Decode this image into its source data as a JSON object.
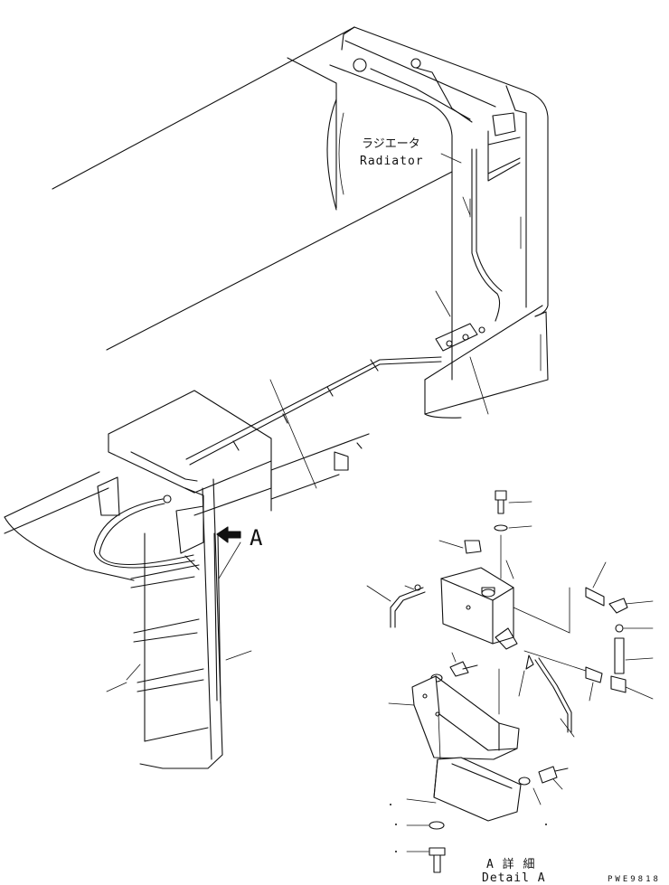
{
  "labels": {
    "radiator_jp": "ラジエータ",
    "radiator_en": "Radiator",
    "view_arrow": "A",
    "detail_jp": "A 詳 細",
    "detail_en": "Detail A",
    "drawing_code": "PWE9818"
  }
}
